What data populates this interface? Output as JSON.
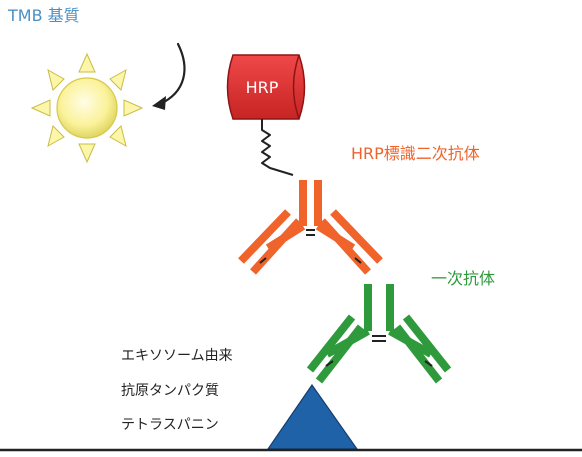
{
  "labels": {
    "substrate": "TMB 基質",
    "enzyme": "HRP",
    "secondary_antibody": "HRP標識二次抗体",
    "primary_antibody": "一次抗体",
    "target_lines": [
      "エキソソーム由来",
      "抗原タンパク質",
      "テトラスパニン"
    ]
  },
  "colors": {
    "substrate_text": "#4a8fc4",
    "secondary": "#f0632b",
    "primary": "#2e9a3c",
    "antigen": "#1f62a8",
    "hrp": "#dd2f2f",
    "sun_body": "#fbf29a",
    "sun_rays": "#fcf6aa",
    "text": "#222222",
    "line": "#222222"
  }
}
